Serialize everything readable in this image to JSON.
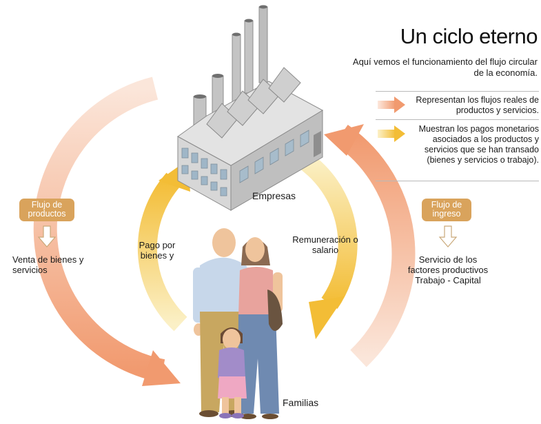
{
  "header": {
    "title": "Un ciclo eterno",
    "subtitle": "Aquí vemos el funcionamiento del flujo circular de la economía."
  },
  "legend": {
    "real_flows": "Representan los flujos reales de productos y servicios.",
    "money_flows": "Muestran los pagos monetarios asociados a los productos y servicios que se han transado (bienes y servicios o trabajo)."
  },
  "nodes": {
    "companies": "Empresas",
    "families": "Familias"
  },
  "left_panel": {
    "badge": "Flujo de productos",
    "description": "Venta de bienes y servicios"
  },
  "right_panel": {
    "badge": "Flujo de ingreso",
    "description": "Servicio de los factores productivos Trabajo - Capital"
  },
  "inner_labels": {
    "payment": "Pago por bienes y",
    "remuneration": "Remuneración o salario"
  },
  "colors": {
    "real_flow": "#f0a07a",
    "money_flow": "#f4c64a",
    "badge": "#d9a35c"
  }
}
